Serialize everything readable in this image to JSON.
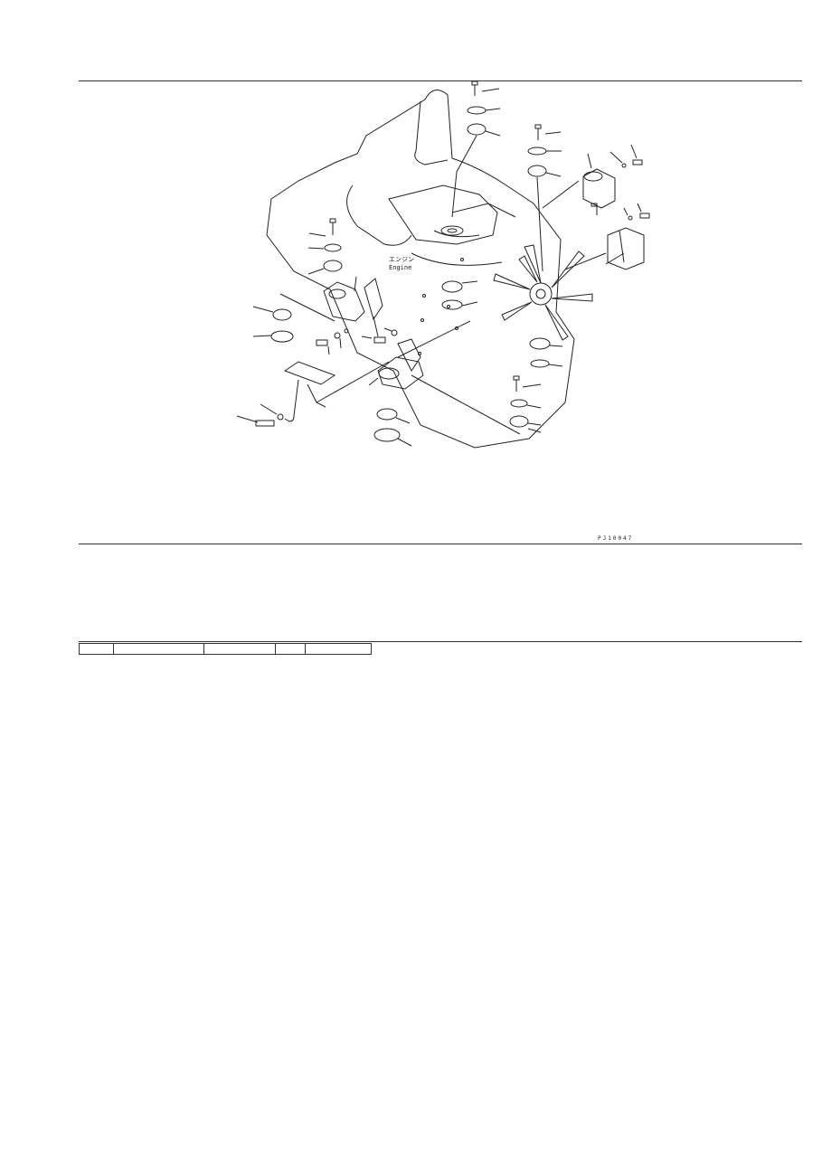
{
  "diagram": {
    "engine_label_jp": "エンジン",
    "engine_label_en": "Engine",
    "figure_code": "PJ10047"
  },
  "parts_table": {
    "columns": [
      "",
      "",
      "",
      "",
      ""
    ]
  },
  "colors": {
    "line": "#222222",
    "rule": "#333333",
    "background": "#ffffff"
  },
  "icons": [
    "bolt-icon",
    "washer-icon",
    "rubber-mount-icon",
    "bracket-icon",
    "fan-icon",
    "engine-block-icon"
  ]
}
